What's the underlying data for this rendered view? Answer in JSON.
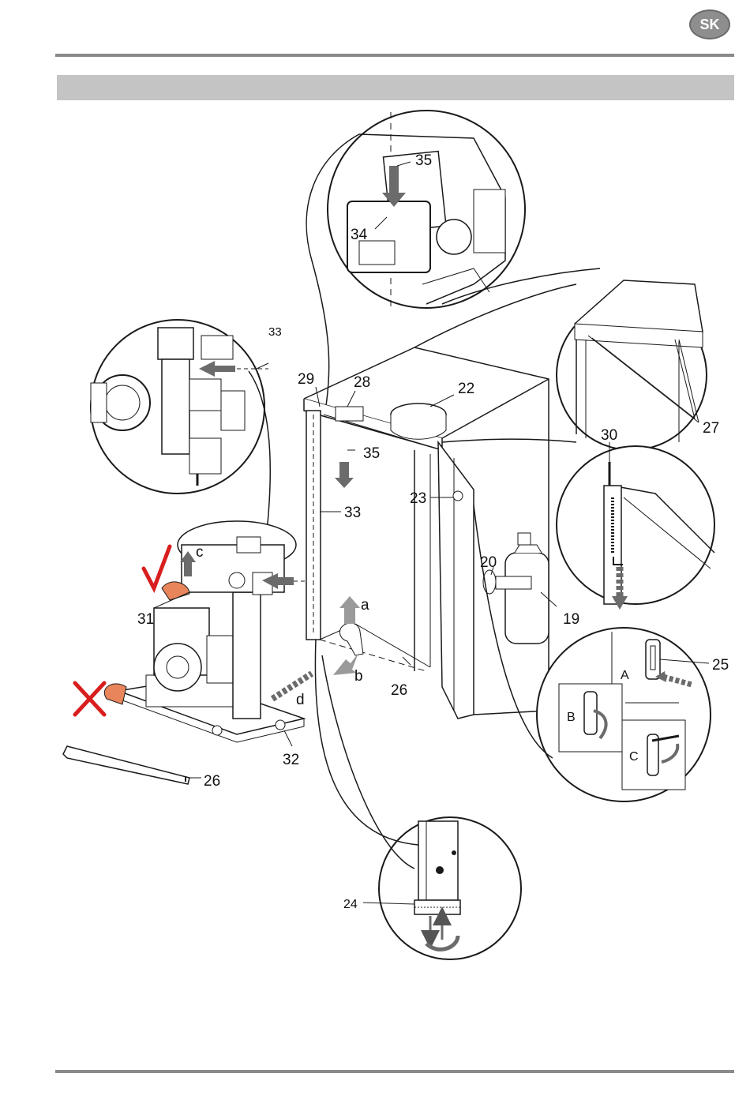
{
  "header": {
    "language_badge": "SK"
  },
  "callouts": {
    "n19": "19",
    "n20": "20",
    "n22": "22",
    "n23": "23",
    "n24": "24",
    "n25": "25",
    "n26a": "26",
    "n26b": "26",
    "n27": "27",
    "n28": "28",
    "n29": "29",
    "n30": "30",
    "n31": "31",
    "n32": "32",
    "n33a": "33",
    "n33b": "33",
    "n34": "34",
    "n35a": "35",
    "n35b": "35"
  },
  "step_letters": {
    "a": "a",
    "b": "b",
    "c": "c",
    "d": "d"
  },
  "detail_letters": {
    "A": "A",
    "B": "B",
    "C": "C"
  },
  "colors": {
    "rule": "#8a8a8a",
    "band": "#c4c4c4",
    "line": "#1a1a1a",
    "arrow": "#555555",
    "ok_mark": "#d81e1e",
    "hand": "#e8855a"
  }
}
